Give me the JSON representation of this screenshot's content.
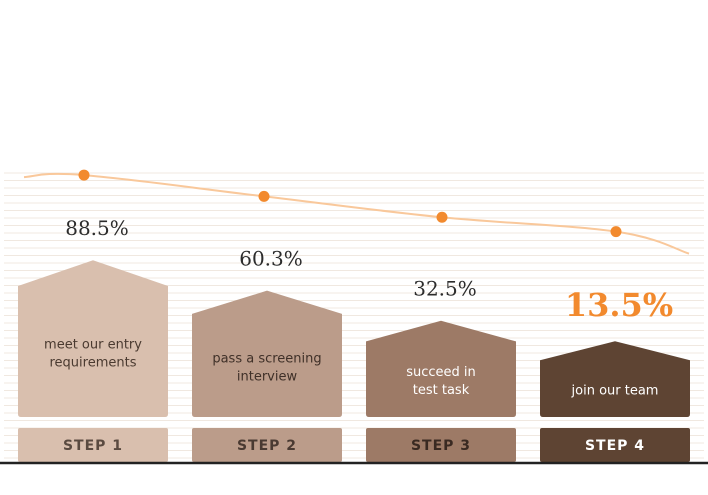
{
  "chart_data": {
    "type": "bar",
    "title": "",
    "xlabel": "",
    "ylabel": "",
    "ylim": [
      0,
      100
    ],
    "grid": true,
    "categories": [
      "STEP 1",
      "STEP 2",
      "STEP 3",
      "STEP 4"
    ],
    "descriptions": [
      [
        "meet our entry",
        "requirements"
      ],
      [
        "pass a screening",
        "interview"
      ],
      [
        "succeed in",
        "test task"
      ],
      [
        "join our team"
      ]
    ],
    "values": [
      88.5,
      60.3,
      32.5,
      13.5
    ],
    "value_labels": [
      "88.5%",
      "60.3%",
      "32.5%",
      "13.5%"
    ],
    "highlight_index": 3
  },
  "colors": {
    "bars": [
      "#d9bfae",
      "#bb9c8a",
      "#9d7a66",
      "#5e4433"
    ],
    "step_boxes": [
      "#d9bfae",
      "#bb9c8a",
      "#9d7a66",
      "#5e4433"
    ],
    "bar_text": [
      "#4a3a30",
      "#3f3028",
      "#ffffff",
      "#ffffff"
    ],
    "step_text": [
      "#5a4a40",
      "#4a3a32",
      "#3a2a22",
      "#ffffff"
    ],
    "value_text": "#2c2c2c",
    "highlight": "#f28a2e",
    "curve": "#f9c89b",
    "dots": "#f28a2e",
    "grid": "#f0e8e0",
    "baseline": "#222222"
  }
}
